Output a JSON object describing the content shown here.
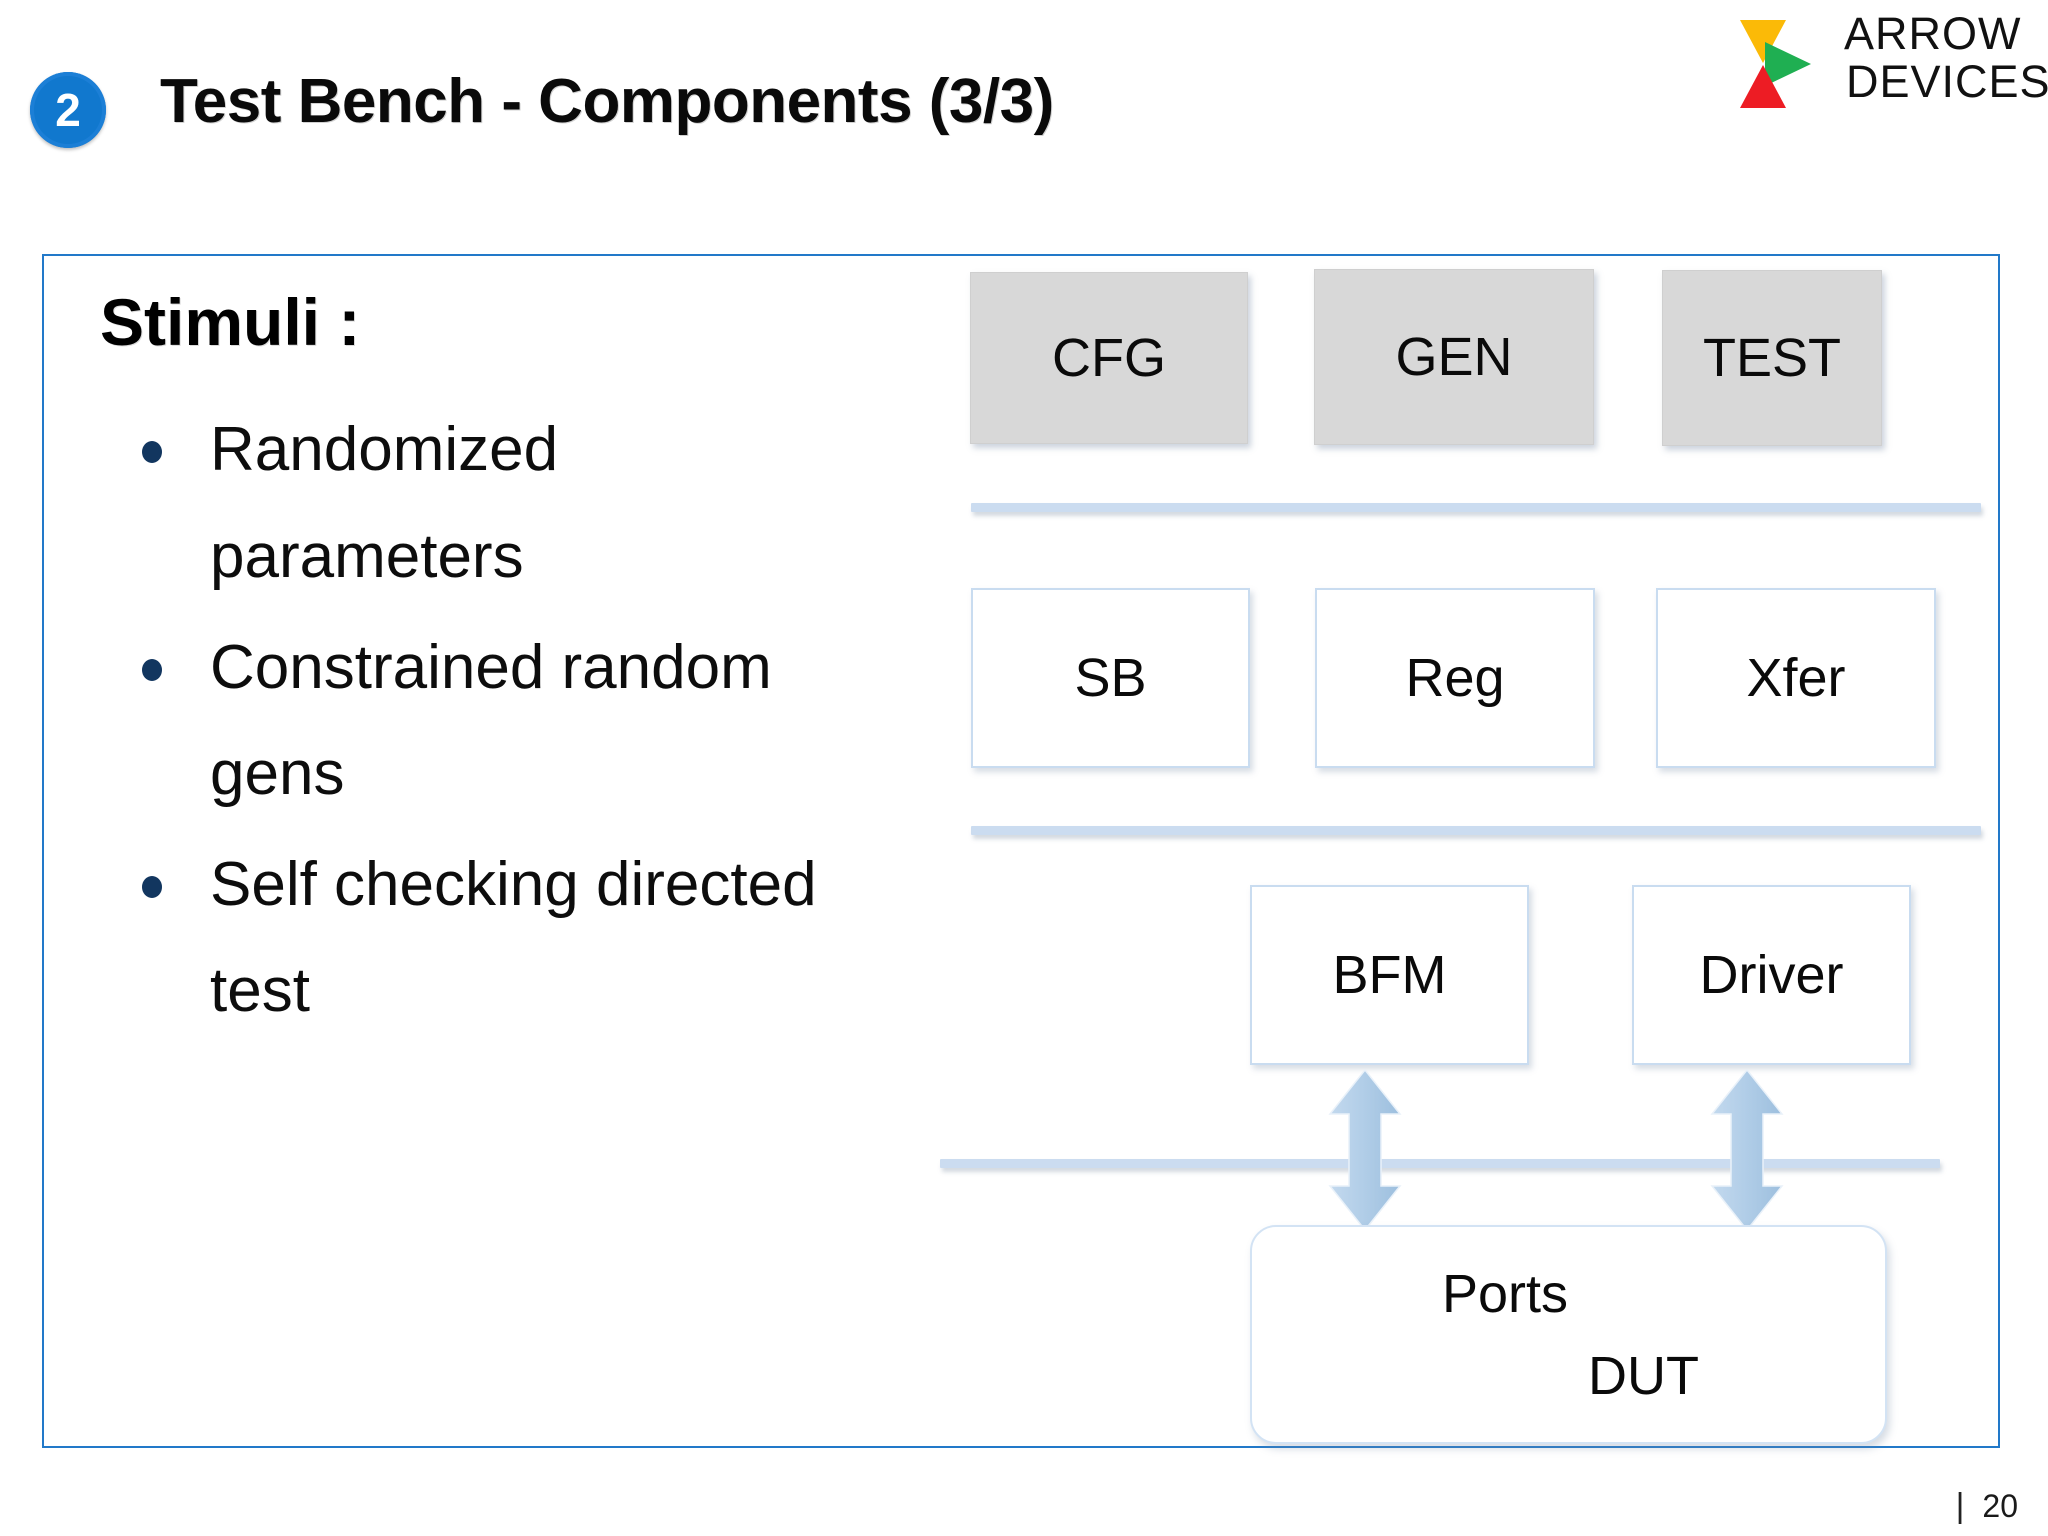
{
  "header": {
    "badge_number": "2",
    "title": "Test Bench - Components (3/3)",
    "badge_color": "#1178CE"
  },
  "logo": {
    "line1": "ARROW",
    "line2": "DEVICES",
    "mark_colors": {
      "top": "#FBBA07",
      "right": "#1FAF52",
      "bottom": "#ED1C24"
    }
  },
  "content": {
    "heading": "Stimuli :",
    "bullets": [
      "Randomized parameters",
      "Constrained random gens",
      "Self checking directed test"
    ]
  },
  "diagram": {
    "row1": [
      {
        "label": "CFG"
      },
      {
        "label": "GEN"
      },
      {
        "label": "TEST"
      }
    ],
    "row2": [
      {
        "label": "SB"
      },
      {
        "label": "Reg"
      },
      {
        "label": "Xfer"
      }
    ],
    "row3": [
      {
        "label": "BFM"
      },
      {
        "label": "Driver"
      }
    ],
    "dut": {
      "ports_label": "Ports",
      "dut_label": "DUT"
    },
    "arrows": [
      {
        "name": "bfm-dut-arrow"
      },
      {
        "name": "driver-dut-arrow"
      }
    ],
    "colors": {
      "gray_box": "#D8D8D8",
      "line": "#CBDCF0",
      "arrow": "#ADCAE6",
      "frame_border": "#2279C9"
    }
  },
  "footer": {
    "separator": "|",
    "page_number": "20"
  }
}
